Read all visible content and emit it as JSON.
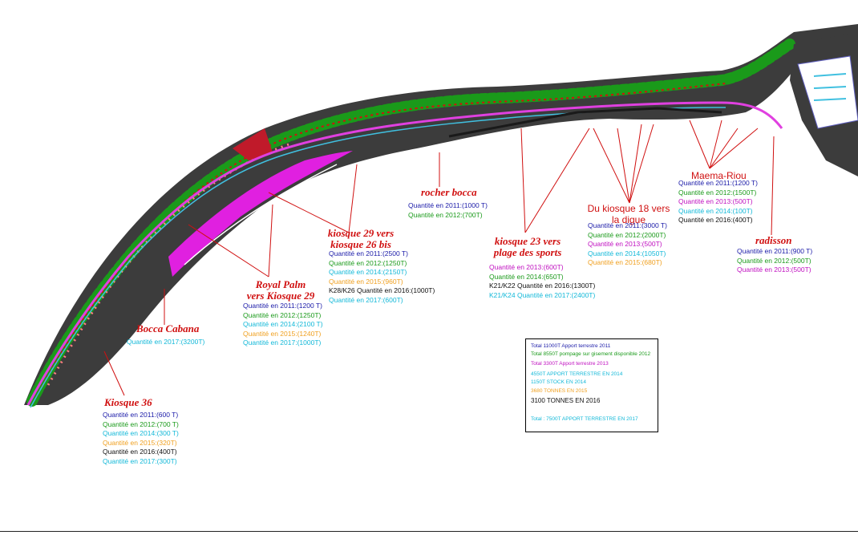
{
  "colors": {
    "dark_blue": "#1a1aa8",
    "green": "#1a9a1a",
    "magenta": "#c010c0",
    "cyan": "#12b8d8",
    "orange": "#f0a020",
    "black": "#111111",
    "red": "#d01010"
  },
  "zones": [
    {
      "id": "kiosque36",
      "title": "Kiosque 36",
      "lines": [
        {
          "text": "Quantité en 2011:(600 T)",
          "color": "dark_blue"
        },
        {
          "text": "Quantité en 2012:(700 T)",
          "color": "green"
        },
        {
          "text": "Quantité en 2014:(300 T)",
          "color": "cyan"
        },
        {
          "text": "Quantité en 2015:(320T)",
          "color": "orange"
        },
        {
          "text": "Quantité en 2016:(400T)",
          "color": "black"
        },
        {
          "text": "Quantité en 2017:(300T)",
          "color": "cyan"
        }
      ]
    },
    {
      "id": "bocca-cabana",
      "title": "Bocca Cabana",
      "lines": [
        {
          "text": "Quantité en 2017:(3200T)",
          "color": "cyan"
        }
      ]
    },
    {
      "id": "royal-palm",
      "title": "Royal Palm\nvers Kiosque 29",
      "lines": [
        {
          "text": "Quantité en 2011:(1200 T)",
          "color": "dark_blue"
        },
        {
          "text": "Quantité en 2012:(1250T)",
          "color": "green"
        },
        {
          "text": "Quantité en 2014:(2100 T)",
          "color": "cyan"
        },
        {
          "text": "Quantité en 2015:(1240T)",
          "color": "orange"
        },
        {
          "text": "Quantité en 2017:(1000T)",
          "color": "cyan"
        }
      ]
    },
    {
      "id": "kiosque29",
      "title": "kiosque 29 vers\nkiosque 26 bis",
      "lines": [
        {
          "text": "Quantité en 2011:(2500 T)",
          "color": "dark_blue"
        },
        {
          "text": "Quantité en 2012:(1250T)",
          "color": "green"
        },
        {
          "text": "Quantité en 2014:(2150T)",
          "color": "cyan"
        },
        {
          "text": "Quantité en 2015:(960T)",
          "color": "orange"
        },
        {
          "text": "K28/K26 Quantité en 2016:(1000T)",
          "color": "black"
        },
        {
          "text": "Quantité en 2017:(600T)",
          "color": "cyan"
        }
      ]
    },
    {
      "id": "rocher-bocca",
      "title": "rocher bocca",
      "lines": [
        {
          "text": "Quantité en 2011:(1000 T)",
          "color": "dark_blue"
        },
        {
          "text": "Quantité en 2012:(700T)",
          "color": "green"
        }
      ]
    },
    {
      "id": "kiosque23",
      "title": "kiosque 23 vers\nplage des sports",
      "lines": [
        {
          "text": "Quantité en 2013:(600T)",
          "color": "magenta"
        },
        {
          "text": "Quantité en 2014:(650T)",
          "color": "green"
        },
        {
          "text": "K21/K22 Quantité en 2016:(1300T)",
          "color": "black"
        },
        {
          "text": "K21/K24 Quantité en 2017:(2400T)",
          "color": "cyan"
        }
      ]
    },
    {
      "id": "kiosque18",
      "title": "Du kiosque 18 vers\nla digue",
      "lines": [
        {
          "text": "Quantité en 2011:(3000 T)",
          "color": "dark_blue"
        },
        {
          "text": "Quantité en 2012:(2000T)",
          "color": "green"
        },
        {
          "text": "Quantité en 2013:(500T)",
          "color": "magenta"
        },
        {
          "text": "Quantité en 2014:(1050T)",
          "color": "cyan"
        },
        {
          "text": "Quantité en 2015:(680T)",
          "color": "orange"
        }
      ]
    },
    {
      "id": "maema-riou",
      "title": "Maema-Riou",
      "lines": [
        {
          "text": "Quantité en 2011:(1200 T)",
          "color": "dark_blue"
        },
        {
          "text": "Quantité en 2012:(1500T)",
          "color": "green"
        },
        {
          "text": "Quantité en 2013:(500T)",
          "color": "magenta"
        },
        {
          "text": "Quantité en 2014:(100T)",
          "color": "cyan"
        },
        {
          "text": "Quantité en 2016:(400T)",
          "color": "black"
        }
      ]
    },
    {
      "id": "radisson",
      "title": "radisson",
      "lines": [
        {
          "text": "Quantité en 2011:(900 T)",
          "color": "dark_blue"
        },
        {
          "text": "Quantité en 2012:(500T)",
          "color": "green"
        },
        {
          "text": "Quantité en 2013:(500T)",
          "color": "magenta"
        }
      ]
    }
  ],
  "legend": [
    {
      "text": "Total 11000T Apport terrestre 2011",
      "color": "dark_blue"
    },
    {
      "text": "Total 8550T pompage sur gisement disponible 2012",
      "color": "green"
    },
    {
      "text": "Total 3300T Apport terrestre 2013",
      "color": "magenta"
    },
    {
      "text": "4550T APPORT TERRESTRE EN 2014",
      "color": "cyan"
    },
    {
      "text": "1150T STOCK EN 2014",
      "color": "cyan"
    },
    {
      "text": "3680 TONNES EN 2015",
      "color": "orange"
    },
    {
      "text": "3100 TONNES EN 2016",
      "color": "black"
    },
    {
      "text": "Total : 7500T APPORT TERRESTRE EN 2017",
      "color": "cyan"
    }
  ]
}
